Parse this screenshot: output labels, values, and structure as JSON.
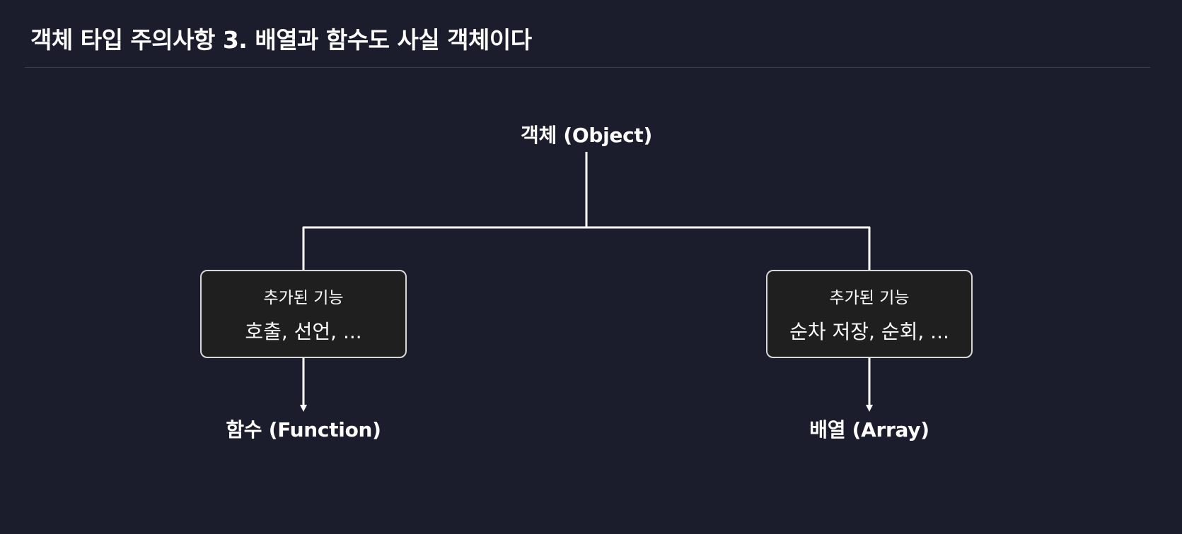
{
  "header": {
    "title": "객체 타입 주의사항 3.  배열과 함수도 사실 객체이다"
  },
  "diagram": {
    "root": {
      "label": "객체 (Object)"
    },
    "left_branch": {
      "box_caption": "추가된 기능",
      "box_features": "호출, 선언, ...",
      "result_label": "함수 (Function)"
    },
    "right_branch": {
      "box_caption": "추가된 기능",
      "box_features": "순차 저장, 순회, ...",
      "result_label": "배열 (Array)"
    }
  },
  "colors": {
    "background": "#1c1d2c",
    "box_fill": "#1f1f1f",
    "line": "#ffffff",
    "text": "#ffffff"
  }
}
